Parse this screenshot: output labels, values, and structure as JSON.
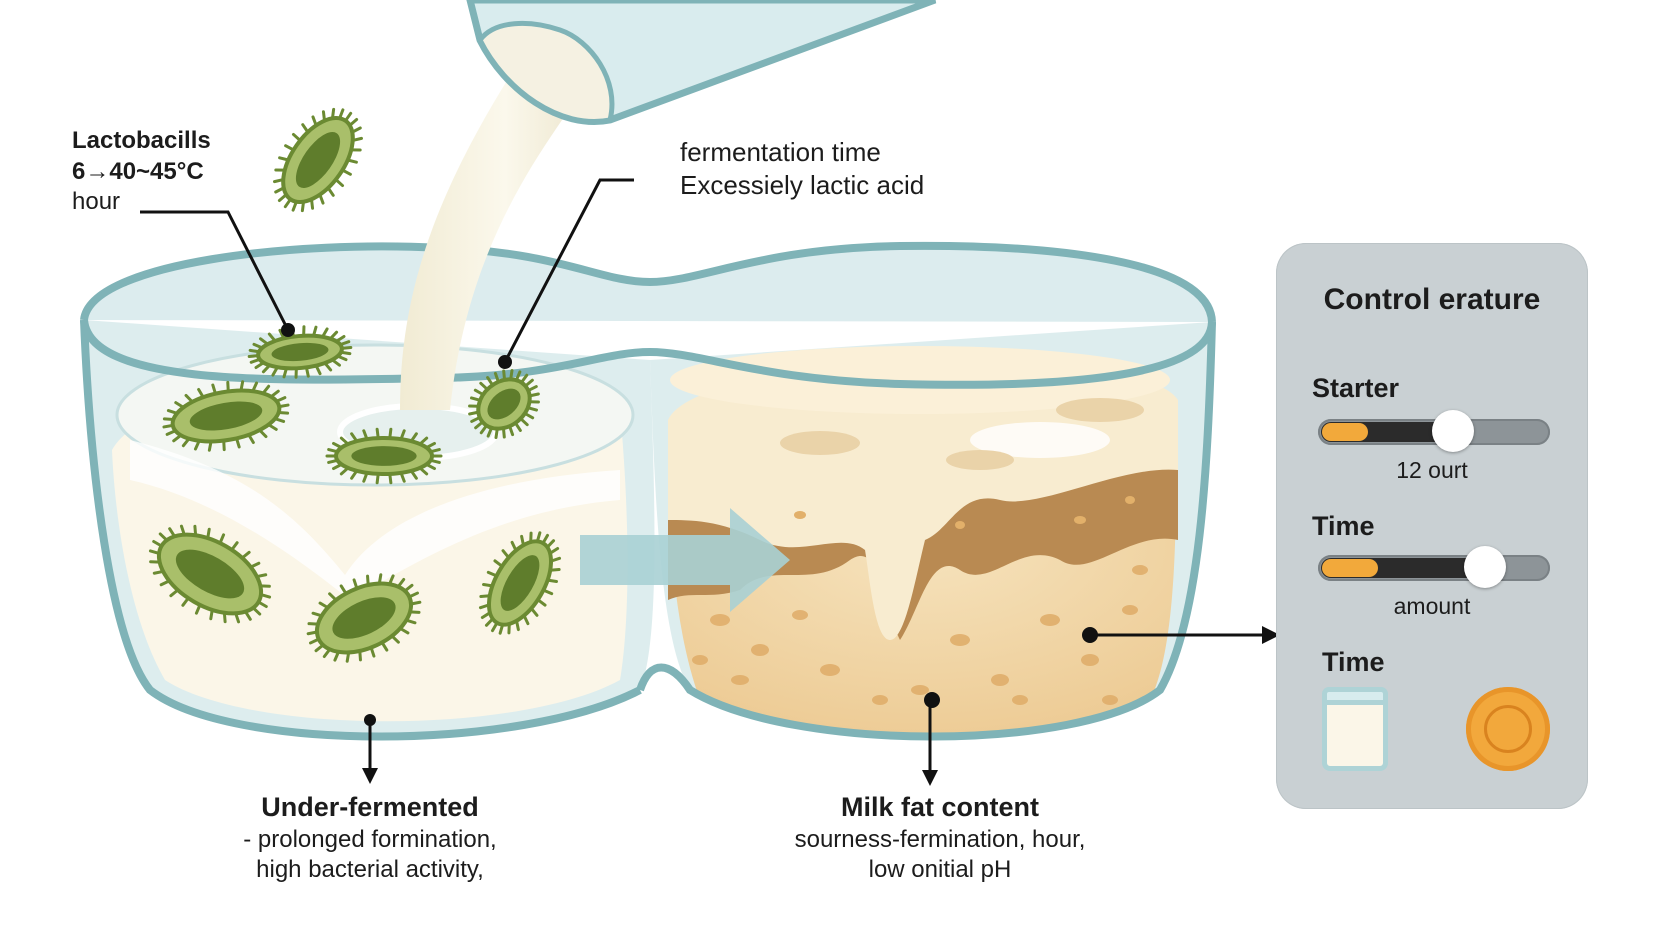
{
  "labels": {
    "lactobacilli": {
      "line1": "Lactobacills",
      "line2": "6→40~45°C",
      "line3": "hour"
    },
    "fermentation": {
      "line1": "fermentation time",
      "line2": "Excessiely lactic acid"
    },
    "under_fermented": {
      "title": "Under-fermented",
      "line1": "- prolonged formination,",
      "line2": "high bacterial activity,"
    },
    "milk_fat": {
      "title": "Milk fat content",
      "line1": "sourness-fermination, hour,",
      "line2": "low onitial pH"
    }
  },
  "control_panel": {
    "title": "Control erature",
    "starter": {
      "label": "Starter",
      "value_label": "12 ourt",
      "fill_fraction": 0.2,
      "knob_fraction": 0.58
    },
    "time": {
      "label": "Time",
      "value_label": "amount",
      "fill_fraction": 0.24,
      "knob_fraction": 0.72
    },
    "time2": {
      "label": "Time"
    }
  },
  "colors": {
    "bowl_glass": "#d4e8ea",
    "bowl_rim": "#7fb3b7",
    "bacteria": "#7a9a3c",
    "yogurt_brown": "#b98a52",
    "curd": "#f1d6a8",
    "panel": "#c9d0d3",
    "accent_orange": "#f2a83c"
  }
}
